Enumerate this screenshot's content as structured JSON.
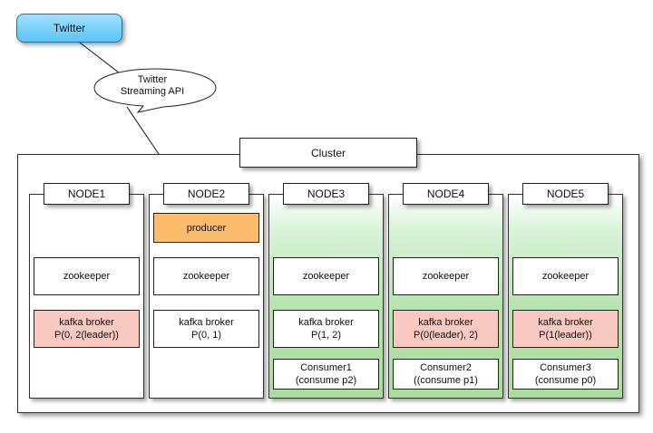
{
  "source": {
    "label": "Twitter"
  },
  "api_callout": {
    "label": "Twitter\nStreaming API"
  },
  "cluster": {
    "label": "Cluster"
  },
  "nodes": [
    {
      "name": "NODE1",
      "zookeeper": "zookeeper",
      "broker": {
        "label": "kafka broker\nP(0, 2(leader))",
        "highlight": "leader"
      }
    },
    {
      "name": "NODE2",
      "producer": "producer",
      "zookeeper": "zookeeper",
      "broker": {
        "label": "kafka broker\nP(0, 1)",
        "highlight": "none"
      }
    },
    {
      "name": "NODE3",
      "zookeeper": "zookeeper",
      "broker": {
        "label": "kafka broker\nP(1, 2)",
        "highlight": "none"
      },
      "consumer": "Consumer1\n(consume p2)"
    },
    {
      "name": "NODE4",
      "zookeeper": "zookeeper",
      "broker": {
        "label": "kafka broker\nP(0(leader), 2)",
        "highlight": "leader"
      },
      "consumer": "Consumer2\n((consume p1)"
    },
    {
      "name": "NODE5",
      "zookeeper": "zookeeper",
      "broker": {
        "label": "kafka broker\nP(1(leader))",
        "highlight": "leader"
      },
      "consumer": "Consumer3\n(consume p0)"
    }
  ],
  "colors": {
    "twitter_fill": "#5cc4f5",
    "producer_fill": "#fdbb6c",
    "leader_broker_fill": "#f9c8c0",
    "consumer_node_fill": "#b7e4b0",
    "producer_arrow": "#e11b1b",
    "consumer_arrow": "#1433d6",
    "api_arrow": "#111111"
  }
}
